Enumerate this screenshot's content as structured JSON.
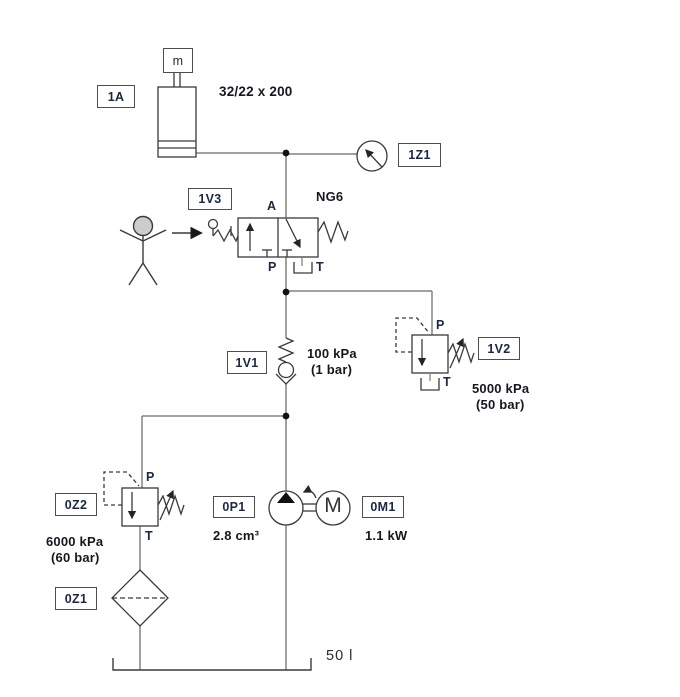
{
  "circuit": {
    "cylinder": {
      "id": "1A",
      "mass": "m",
      "spec": "32/22 x 200"
    },
    "gauge": {
      "id": "1Z1"
    },
    "directional_valve": {
      "id": "1V3",
      "size": "NG6",
      "ports": {
        "a": "A",
        "p": "P",
        "t": "T"
      }
    },
    "check_valve": {
      "id": "1V1",
      "pressure": "100 kPa",
      "pressure_bar": "(1 bar)"
    },
    "relief_valve_1v2": {
      "id": "1V2",
      "port_p": "P",
      "port_t": "T",
      "pressure": "5000 kPa",
      "pressure_bar": "(50 bar)"
    },
    "relief_valve_0z2": {
      "id": "0Z2",
      "port_p": "P",
      "port_t": "T",
      "pressure": "6000 kPa",
      "pressure_bar": "(60 bar)"
    },
    "filter": {
      "id": "0Z1"
    },
    "pump": {
      "id": "0P1",
      "displacement": "2.8 cm³"
    },
    "motor": {
      "id": "0M1",
      "letter": "M",
      "power": "1.1 kW"
    },
    "reservoir": {
      "capacity": "50 l"
    }
  },
  "colors": {
    "pipe": "#828282",
    "symbol": "#3a3a3a",
    "label_text": "#1b2742",
    "value_text": "#15181f",
    "figure_head_fill": "#cccccc"
  }
}
